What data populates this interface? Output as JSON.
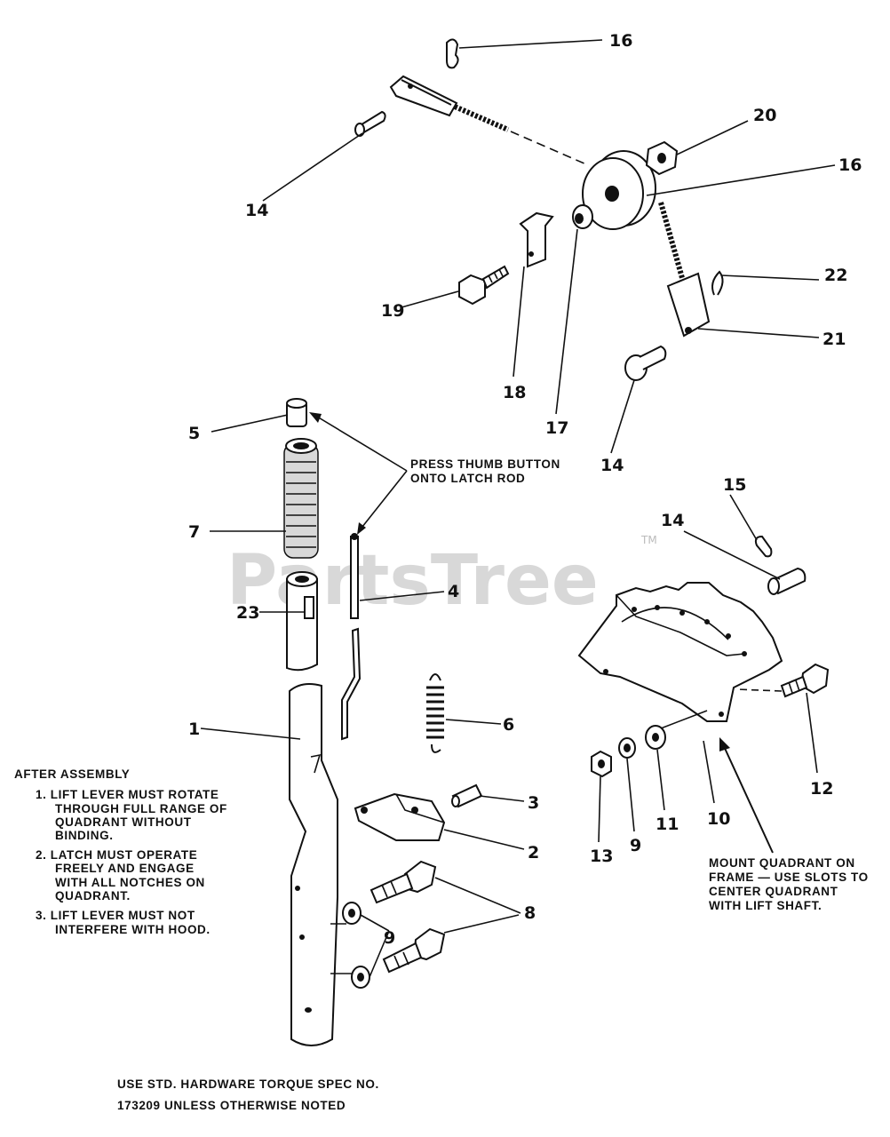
{
  "watermark": "PartsTree",
  "watermark_tm": "TM",
  "callouts": {
    "c16a": "16",
    "c14a": "14",
    "c20": "20",
    "c16b": "16",
    "c22": "22",
    "c19": "19",
    "c21": "21",
    "c18": "18",
    "c17": "17",
    "c14b": "14",
    "c5": "5",
    "c7": "7",
    "c4": "4",
    "c23": "23",
    "c15": "15",
    "c14c": "14",
    "c6": "6",
    "c1": "1",
    "c3": "3",
    "c2": "2",
    "c12": "12",
    "c13": "13",
    "c9a": "9",
    "c11": "11",
    "c10": "10",
    "c8": "8",
    "c9b": "9"
  },
  "notes": {
    "thumb_1": "PRESS THUMB BUTTON",
    "thumb_2": "ONTO LATCH ROD",
    "after_title": "AFTER ASSEMBLY",
    "a1_1": "1.  LIFT LEVER MUST ROTATE",
    "a1_2": "THROUGH FULL RANGE OF",
    "a1_3": "QUADRANT WITHOUT",
    "a1_4": "BINDING.",
    "a2_1": "2.  LATCH MUST OPERATE",
    "a2_2": "FREELY AND ENGAGE",
    "a2_3": "WITH ALL NOTCHES ON",
    "a2_4": "QUADRANT.",
    "a3_1": "3.  LIFT LEVER MUST NOT",
    "a3_2": "INTERFERE WITH HOOD.",
    "mount_1": "MOUNT QUADRANT ON",
    "mount_2": "FRAME — USE SLOTS TO",
    "mount_3": "CENTER QUADRANT",
    "mount_4": "WITH LIFT SHAFT.",
    "torque_1": "USE STD. HARDWARE TORQUE SPEC NO.",
    "torque_2": "173209 UNLESS OTHERWISE NOTED"
  }
}
